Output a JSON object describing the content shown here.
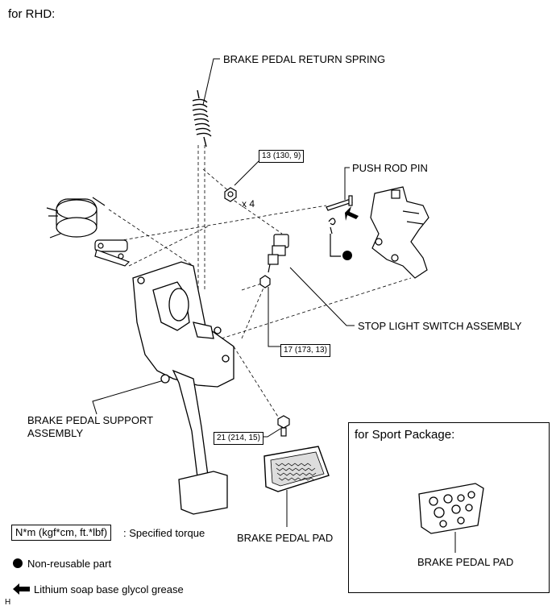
{
  "header": "for RHD:",
  "labels": {
    "return_spring": "BRAKE PEDAL RETURN SPRING",
    "push_rod_pin": "PUSH ROD PIN",
    "stop_light_switch": "STOP LIGHT SWITCH ASSEMBLY",
    "support_assembly_line1": "BRAKE PEDAL SUPPORT",
    "support_assembly_line2": "ASSEMBLY",
    "pedal_pad": "BRAKE PEDAL PAD",
    "qty": "x 4"
  },
  "torques": {
    "nut": "13 (130, 9)",
    "switch": "17 (173, 13)",
    "bolt": "21 (214, 15)"
  },
  "legend": {
    "torque_box": "N*m (kgf*cm, ft.*lbf)",
    "torque_text": ": Specified torque",
    "non_reusable": "Non-reusable part",
    "grease": "Lithium soap base glycol grease"
  },
  "sport": {
    "title": "for Sport Package:",
    "label": "BRAKE PEDAL PAD"
  },
  "footer": "H"
}
